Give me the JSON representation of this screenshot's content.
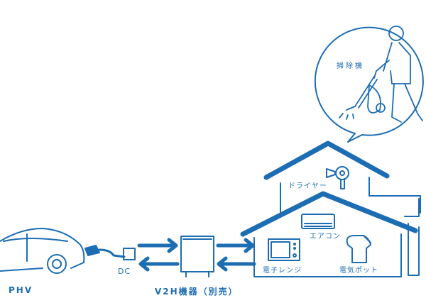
{
  "colors": {
    "accent": "#1d6db3"
  },
  "labels": {
    "car": "PHV",
    "dc": "DC",
    "v2h": "V2H機器（別売）",
    "microwave": "電子レンジ",
    "aircon": "エアコン",
    "pot": "電気ポット",
    "dryer": "ドライヤー",
    "vacuum": "掃除機"
  }
}
